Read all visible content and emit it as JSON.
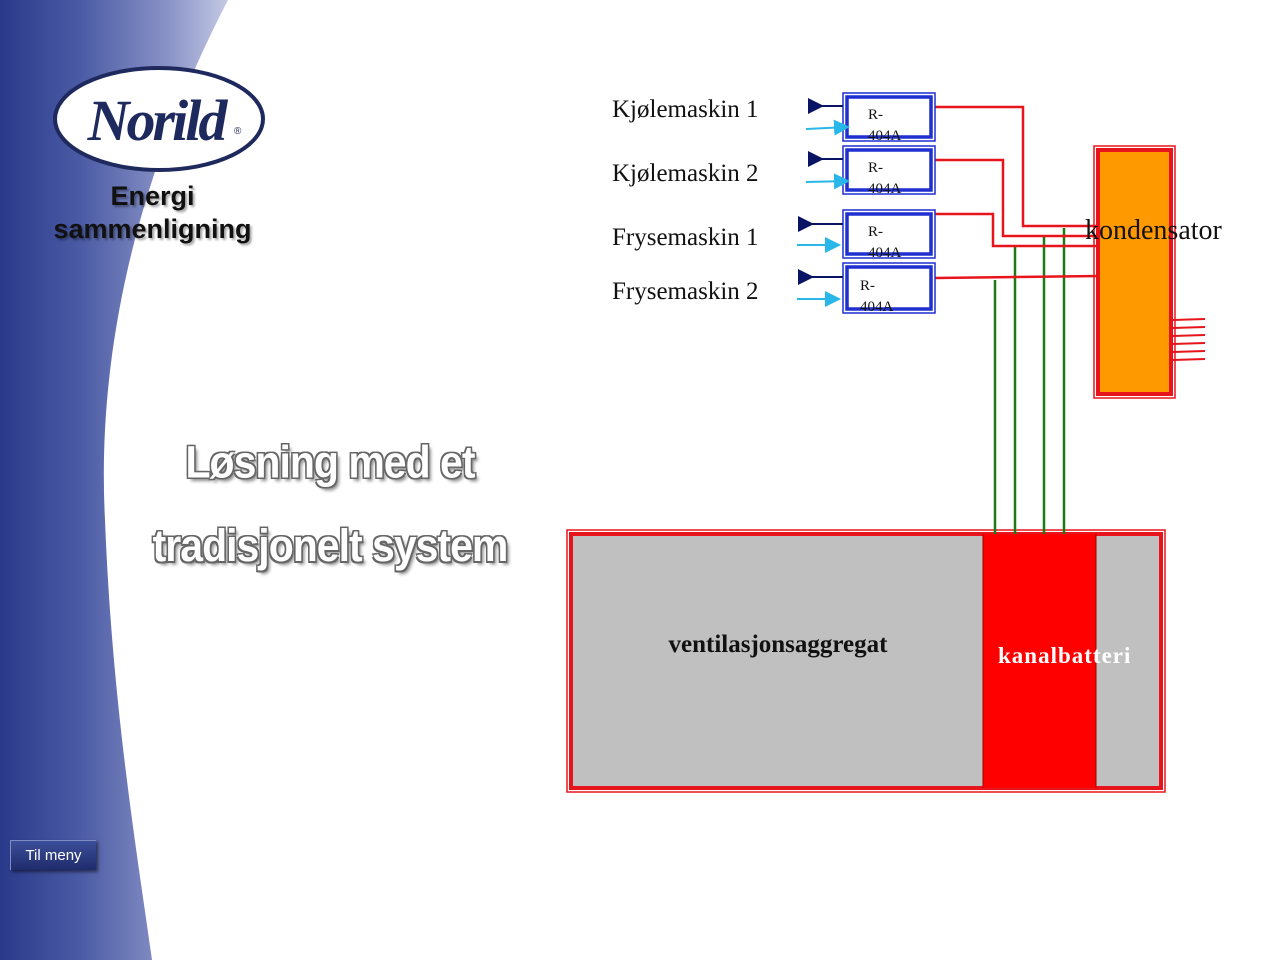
{
  "brand": {
    "logo_text": "Norild",
    "subtitle_line1": "Energi",
    "subtitle_line2": "sammenligning"
  },
  "slide": {
    "title_line1": "Løsning med et",
    "title_line2": "tradisjonelt system"
  },
  "nav": {
    "menu_button": "Til meny"
  },
  "machines": [
    {
      "label": "Kjølemaskin 1",
      "refrigerant_line1": "R-",
      "refrigerant_line2": "404A"
    },
    {
      "label": "Kjølemaskin 2",
      "refrigerant_line1": "R-",
      "refrigerant_line2": "404A"
    },
    {
      "label": "Frysemaskin 1",
      "refrigerant_line1": "R-",
      "refrigerant_line2": "404A"
    },
    {
      "label": "Frysemaskin 2",
      "refrigerant_line1": "R-",
      "refrigerant_line2": "404A"
    }
  ],
  "components": {
    "condenser": "kondensator",
    "ventilation_unit": "ventilasjonsaggregat",
    "duct_coil": "kanalbatteri"
  },
  "colors": {
    "sidebar_dark": "#2a3a8a",
    "sidebar_light": "#b8bede",
    "pipe_hot": "#e8141c",
    "pipe_glycol": "#1e7a12",
    "arrow_out": "#0a1464",
    "arrow_in": "#29b6e8",
    "machine_box": "#1f2fd0",
    "condenser_fill": "#ff9900",
    "condenser_border": "#e8141c",
    "unit_fill": "#c0c0c0",
    "coil_fill": "#ff0000"
  }
}
